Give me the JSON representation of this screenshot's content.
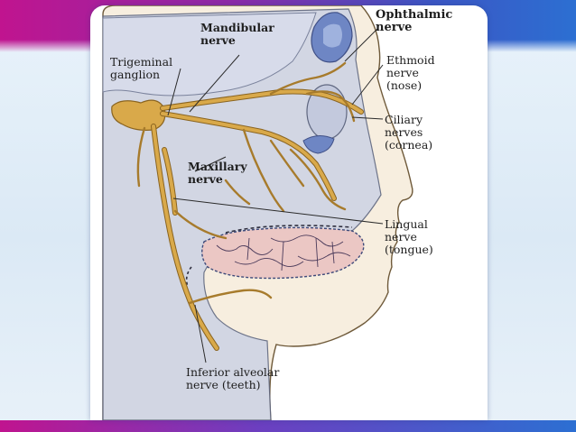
{
  "labels": {
    "mandibular": [
      "Mandibular",
      "nerve"
    ],
    "ophthalmic": [
      "Ophthalmic",
      "nerve"
    ],
    "trigeminal": [
      "Trigeminal",
      "ganglion"
    ],
    "ethmoid": [
      "Ethmoid",
      "nerve",
      "(nose)"
    ],
    "ciliary": [
      "Ciliary",
      "nerves",
      "(cornea)"
    ],
    "maxillary": [
      "Maxillary",
      "nerve"
    ],
    "lingual": [
      "Lingual",
      "nerve",
      "(tongue)"
    ],
    "inferior_alveolar": [
      "Inferior alveolar",
      "nerve (teeth)"
    ]
  },
  "colors": {
    "nerve": "#d9a94a",
    "nerve_outline": "#8a6420",
    "skin": "#f7eedf",
    "bone": "#cfd4e4",
    "sinus": "#6e86c4",
    "tongue": "#ebc7c4"
  }
}
